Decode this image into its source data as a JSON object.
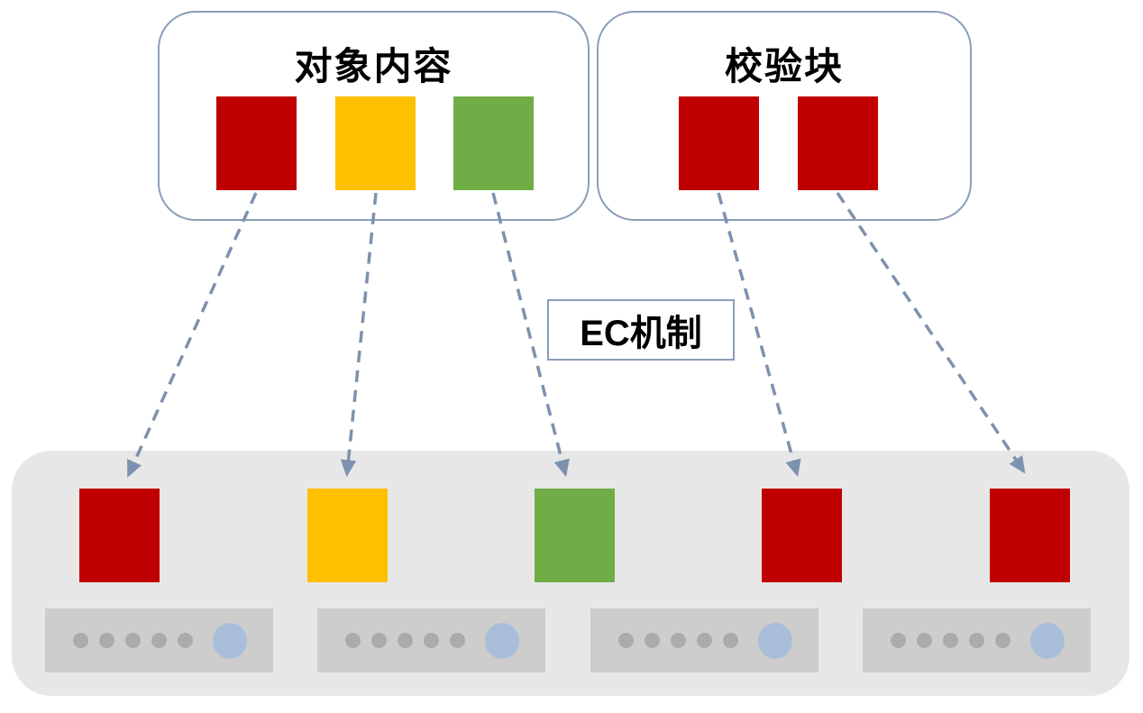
{
  "colors": {
    "page-bg": "#FFFFFF",
    "red": "#C00000",
    "yellow": "#FFC000",
    "green": "#70AD47",
    "box-border": "#8B9DB8",
    "arrow": "#7D92AE",
    "panel-bg": "#E7E7E7",
    "server-bg": "#CDCDCD",
    "server-dot": "#ABABAB",
    "server-led": "#A9BFD9"
  },
  "object_content_box": {
    "title": "对象内容",
    "blocks": [
      {
        "name": "data-block-1",
        "color": "#C00000"
      },
      {
        "name": "data-block-2",
        "color": "#FFC000"
      },
      {
        "name": "data-block-3",
        "color": "#70AD47"
      }
    ]
  },
  "parity_box": {
    "title": "校验块",
    "blocks": [
      {
        "name": "parity-block-1",
        "color": "#C00000"
      },
      {
        "name": "parity-block-2",
        "color": "#C00000"
      }
    ]
  },
  "ec_label": {
    "text": "EC机制"
  },
  "storage_pool": {
    "blocks": [
      {
        "name": "pool-block-1",
        "color": "#C00000"
      },
      {
        "name": "pool-block-2",
        "color": "#FFC000"
      },
      {
        "name": "pool-block-3",
        "color": "#70AD47"
      },
      {
        "name": "pool-block-4",
        "color": "#C00000"
      },
      {
        "name": "pool-block-5",
        "color": "#C00000"
      }
    ],
    "server_count": 4,
    "dots_per_server": 5
  },
  "arrows": [
    {
      "from": "data-block-1",
      "to": "pool-block-1"
    },
    {
      "from": "data-block-2",
      "to": "pool-block-2"
    },
    {
      "from": "data-block-3",
      "to": "pool-block-3"
    },
    {
      "from": "parity-block-1",
      "to": "pool-block-4"
    },
    {
      "from": "parity-block-2",
      "to": "pool-block-5"
    }
  ]
}
